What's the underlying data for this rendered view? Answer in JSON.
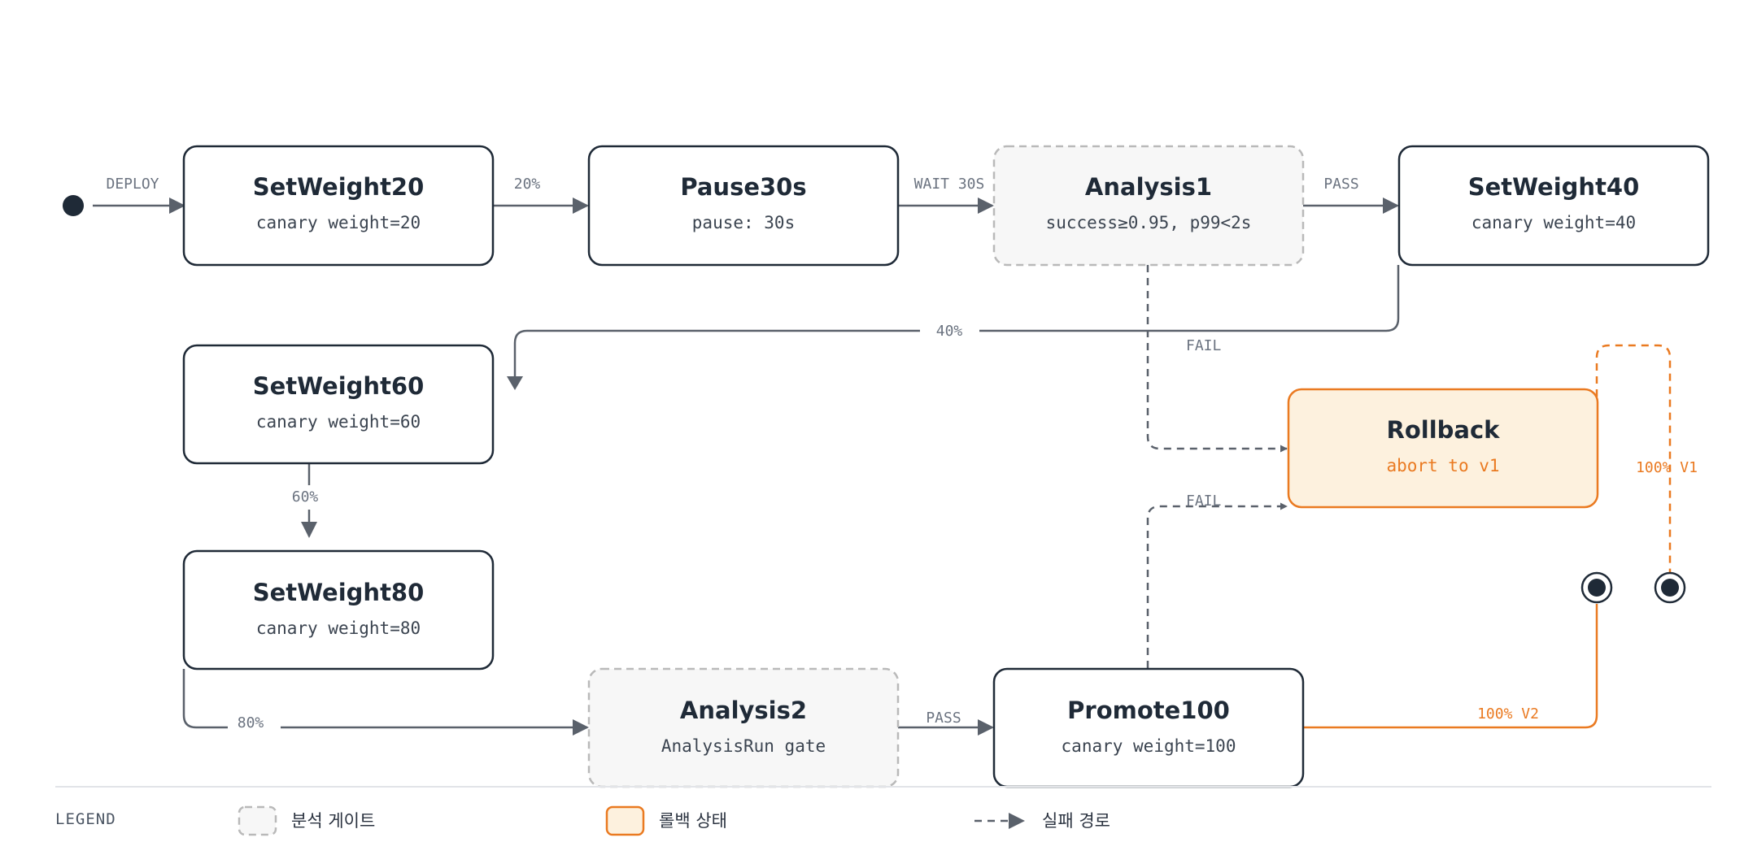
{
  "nodes": {
    "setweight20": {
      "title": "SetWeight20",
      "sub": "canary weight=20"
    },
    "pause30s": {
      "title": "Pause30s",
      "sub": "pause: 30s"
    },
    "analysis1": {
      "title": "Analysis1",
      "sub": "success≥0.95, p99<2s"
    },
    "setweight40": {
      "title": "SetWeight40",
      "sub": "canary weight=40"
    },
    "setweight60": {
      "title": "SetWeight60",
      "sub": "canary weight=60"
    },
    "setweight80": {
      "title": "SetWeight80",
      "sub": "canary weight=80"
    },
    "analysis2": {
      "title": "Analysis2",
      "sub": "AnalysisRun gate"
    },
    "promote100": {
      "title": "Promote100",
      "sub": "canary weight=100"
    },
    "rollback": {
      "title": "Rollback",
      "sub": "abort to v1"
    }
  },
  "edges": {
    "deploy": "DEPLOY",
    "w20": "20%",
    "wait30s": "WAIT 30S",
    "pass1": "PASS",
    "w40": "40%",
    "fail1": "FAIL",
    "w60": "60%",
    "w80": "80%",
    "pass2": "PASS",
    "fail2": "FAIL",
    "v2": "100% V2",
    "v1": "100% V1"
  },
  "legend": {
    "title": "LEGEND",
    "gate": "분석 게이트",
    "rollback": "롤백 상태",
    "failpath": "실패 경로"
  },
  "colors": {
    "node_stroke": "#1f2a37",
    "gate_stroke": "#b9b9b9",
    "rollback_stroke": "#ea7a21",
    "rollback_fill": "#fdf1de",
    "edge": "#5a616b"
  }
}
